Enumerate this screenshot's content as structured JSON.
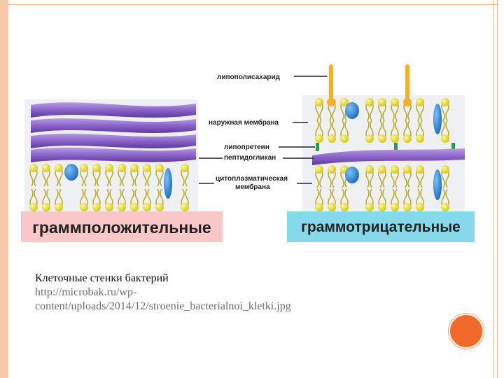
{
  "diagram": {
    "labels": {
      "lps": "липополисахарид",
      "outer_membrane": "наружная мембрана",
      "lipoprotein": "липопретеин",
      "peptidoglycan": "пептидогликан",
      "cyto_line1": "цитоплазматическая",
      "cyto_line2": "мембрана"
    },
    "gram_positive_title": "граммположительные",
    "gram_negative_title": "граммотрицательные"
  },
  "caption": {
    "title": "Клеточные стенки бактерий",
    "url_line1": "http://microbak.ru/wp-",
    "url_line2": "content/uploads/2014/12/stroenie_bacterialnoi_kletki.jpg"
  },
  "colors": {
    "frame": "#f7c9a8",
    "accent_dot": "#f26a2a",
    "peptidoglycan": "#8a63c8",
    "phospholipid_head": "#e3d21f",
    "protein": "#2f86d6",
    "lps": "#f4b02a",
    "lipoprotein": "#2aa04a",
    "gram_positive_bar": "#f9c7c7",
    "gram_negative_bar": "#86d9ea"
  }
}
